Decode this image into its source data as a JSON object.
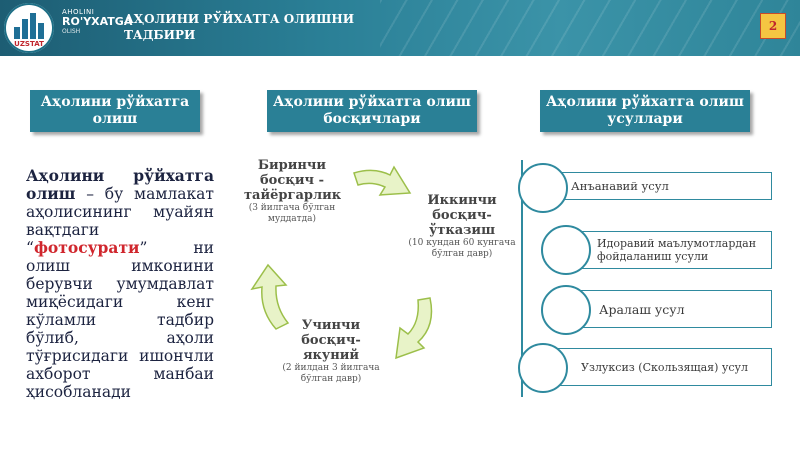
{
  "header": {
    "title_line1": "АҲОЛИНИ РЎЙХАТГА ОЛИШНИ",
    "title_line2": "ТАДБИРИ",
    "page_number": "2",
    "logo_text": "UZSTAT",
    "census_logo_l1": "AHOLINI",
    "census_logo_l2": "RO'YXATGA",
    "census_logo_l3": "OLISH"
  },
  "columns": {
    "col1_head": "Аҳолини рўйхатга олиш",
    "col2_head": "Аҳолини рўйхатга олиш босқичлари",
    "col3_head": "Аҳолини рўйхатга олиш усуллари"
  },
  "definition": {
    "bold_part": "Аҳолини рўйхатга олиш",
    "text_part1": " – бу мамлакат аҳолисининг муайян вақтдаги “",
    "highlight": "фотосурати",
    "text_part2": "” ни олиш имконини берувчи умумдавлат миқёсидаги кенг кўламли тадбир бўлиб, аҳоли тўғрисидаги ишончли ахборот манбаи ҳисобланади"
  },
  "stages": [
    {
      "title": "Биринчи босқич - тайёргарлик",
      "note": "(3 йилгача бўлган муддатда)"
    },
    {
      "title": "Иккинчи босқич- ўтказиш",
      "note": "(10 кундан 60 кунгача бўлган давр)"
    },
    {
      "title": "Учинчи босқич- якуний",
      "note": "(2 йилдан 3 йилгача бўлган давр)"
    }
  ],
  "methods": [
    {
      "label": "Анъанавий усул"
    },
    {
      "label": "Идоравий маълумотлардан фойдаланиш усули"
    },
    {
      "label": "Аралаш усул"
    },
    {
      "label": "Узлуксиз (Скользящая) усул"
    }
  ],
  "colors": {
    "header_bg": "#2a7f96",
    "accent_teal": "#2f8a9f",
    "highlight_red": "#d0262d",
    "arrow_fill": "#e8f3c8"
  }
}
